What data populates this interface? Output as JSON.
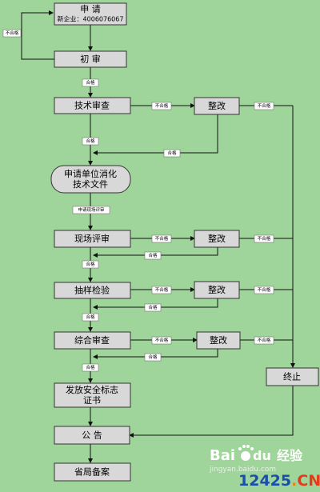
{
  "nodes": {
    "apply": "申  请",
    "apply_phone": "新企业：4006076067",
    "initial_review": "初  审",
    "tech_review": "技术审查",
    "rectify": "整改",
    "digest_docs_line1": "申请单位消化",
    "digest_docs_line2": "技术文件",
    "onsite_review": "现场评审",
    "sampling_test": "抽样检验",
    "comprehensive_review": "综合审查",
    "terminate": "终止",
    "issue_cert_line1": "发放安全标志",
    "issue_cert_line2": "证书",
    "announce": "公  告",
    "provincial_record": "省局备案"
  },
  "labels": {
    "pass": "合格",
    "fail": "不合格",
    "apply_onsite": "申请现场评审"
  },
  "watermark": {
    "baidu_a": "Bai",
    "baidu_b": "du",
    "jingyan": "经验",
    "url": "jingyan.baidu.com",
    "site_num": "12425",
    "site_dot": ".",
    "site_cn": "CN"
  }
}
